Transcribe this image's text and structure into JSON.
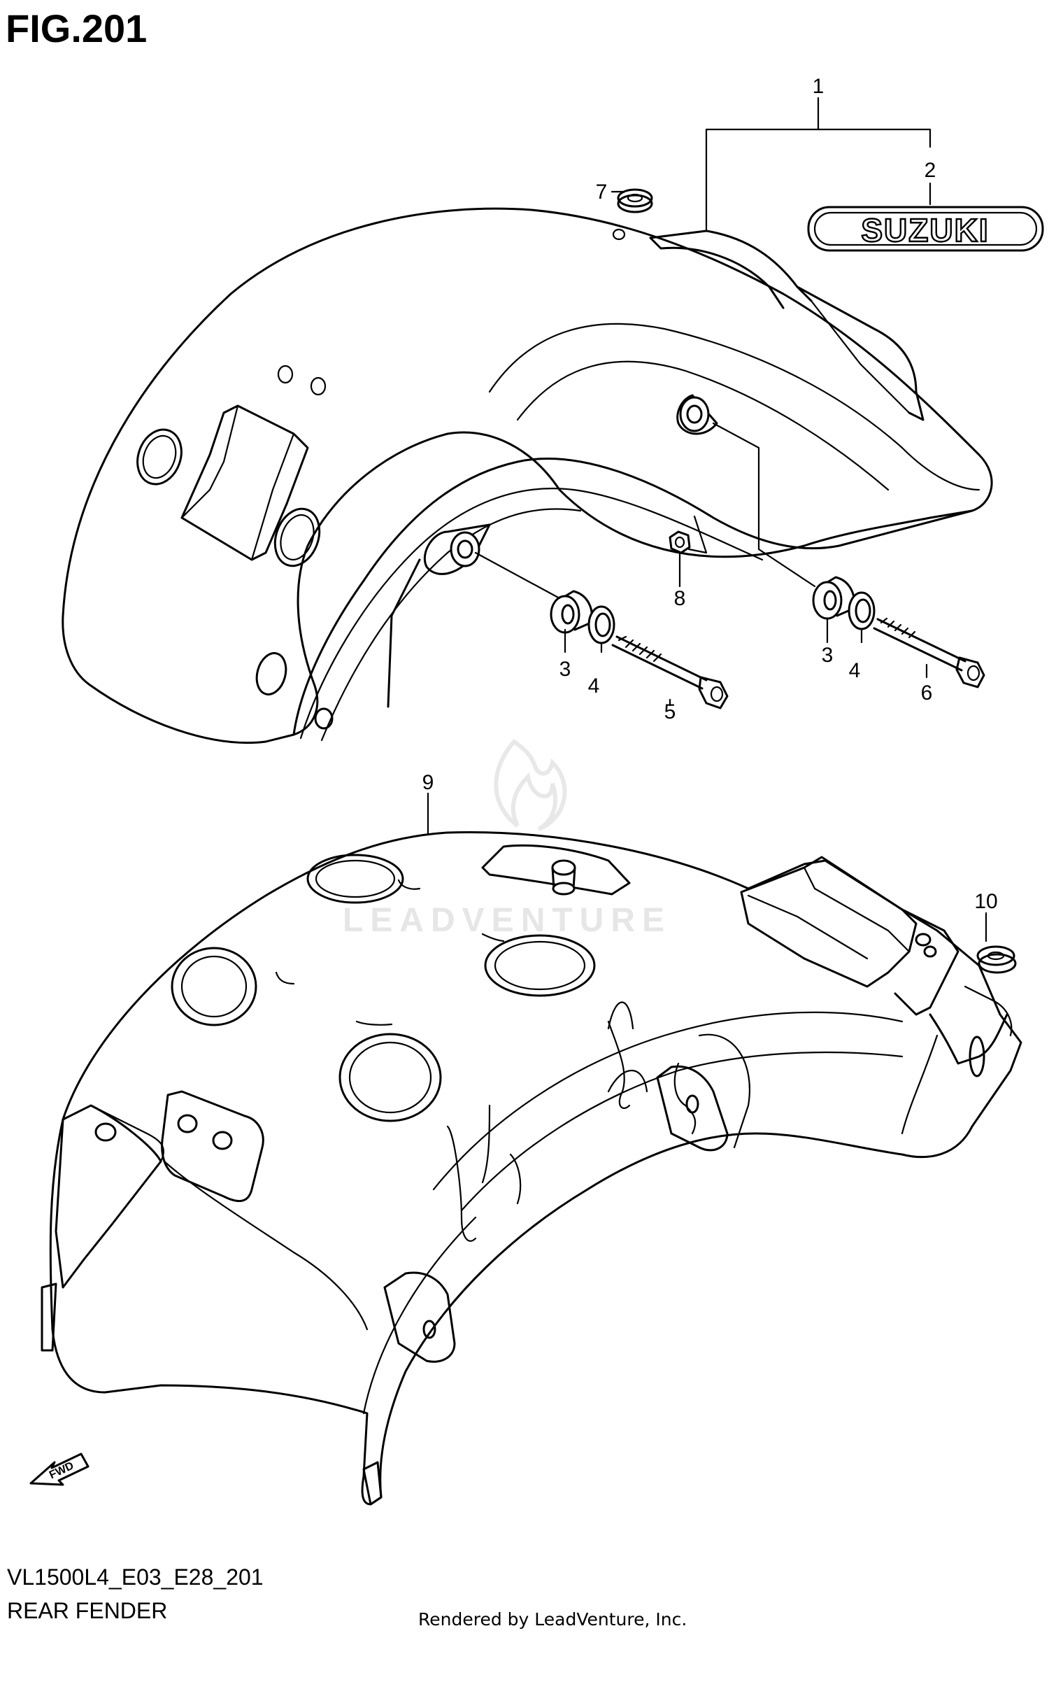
{
  "figure": {
    "title": "FIG.201",
    "model_code": "VL1500L4_E03_E28_201",
    "name": "REAR FENDER",
    "rendered_by": "Rendered by LeadVenture, Inc.",
    "watermark": "LEADVENTURE"
  },
  "emblem_text": "SUZUKI",
  "fwd_arrow_text": "FWD",
  "callouts": [
    {
      "label": "1"
    },
    {
      "label": "2"
    },
    {
      "label": "7"
    },
    {
      "label": "8"
    },
    {
      "label": "3"
    },
    {
      "label": "4"
    },
    {
      "label": "5"
    },
    {
      "label": "3"
    },
    {
      "label": "4"
    },
    {
      "label": "6"
    },
    {
      "label": "9"
    },
    {
      "label": "10"
    }
  ]
}
